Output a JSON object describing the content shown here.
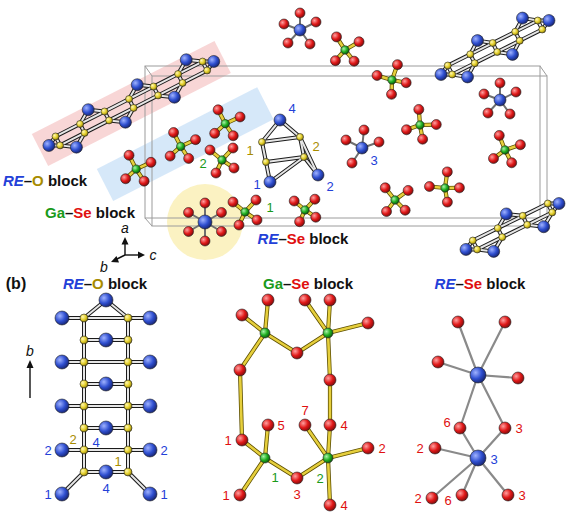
{
  "diagram": {
    "labels": [
      "RE–O block",
      "Ga–Se block",
      "RE–Se block",
      "4",
      "1",
      "2",
      "1",
      "2",
      "3",
      "2",
      "1",
      "a",
      "b",
      "c",
      "(b)",
      "RE–O block",
      "Ga–Se block",
      "RE–Se block",
      "b",
      "2",
      "2",
      "4",
      "1",
      "2",
      "1",
      "4",
      "1",
      "1",
      "5",
      "7",
      "4",
      "2",
      "3",
      "1",
      "4",
      "1",
      "2",
      "2",
      "6",
      "3",
      "2",
      "6",
      "3",
      "3"
    ]
  }
}
